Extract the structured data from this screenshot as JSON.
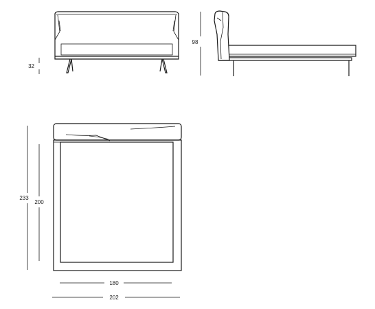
{
  "dimensions": {
    "front_leg_height": "32",
    "side_height": "98",
    "top_overall_length": "233",
    "top_mattress_length": "200",
    "top_mattress_width": "180",
    "top_overall_width": "202"
  }
}
